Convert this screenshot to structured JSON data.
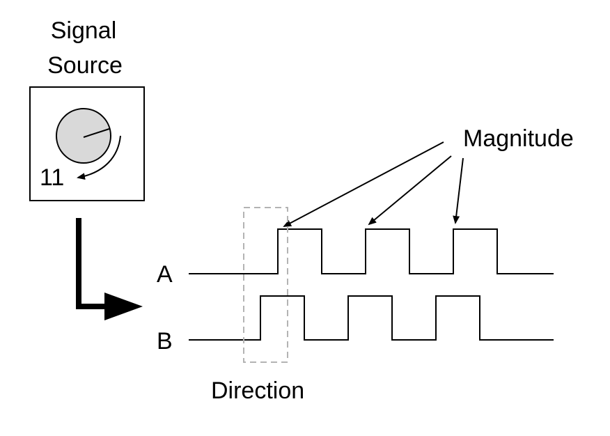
{
  "title_line1": "Signal",
  "title_line2": "Source",
  "knob_value": "11",
  "magnitude_label": "Magnitude",
  "direction_label": "Direction",
  "channel_a_label": "A",
  "channel_b_label": "B",
  "colors": {
    "stroke": "#000000",
    "knob_fill": "#d9d9d9",
    "dashed_box": "#b3b3b3"
  }
}
